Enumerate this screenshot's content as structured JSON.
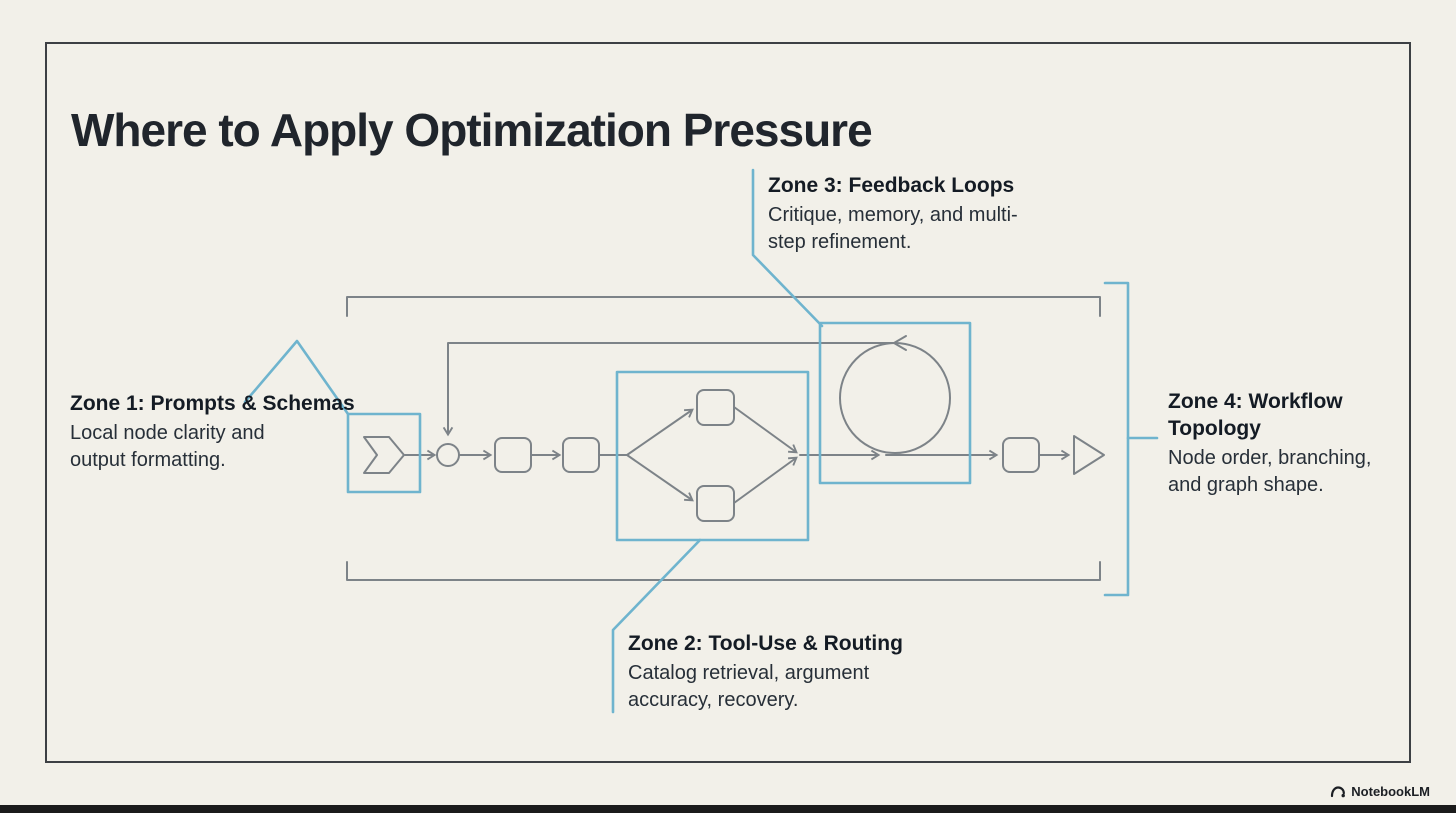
{
  "title": "Where to Apply Optimization Pressure",
  "zones": {
    "zone1": {
      "heading": "Zone 1: Prompts & Schemas",
      "body": "Local node clarity and output formatting."
    },
    "zone2": {
      "heading": "Zone 2: Tool-Use & Routing",
      "body": "Catalog retrieval, argument accuracy, recovery."
    },
    "zone3": {
      "heading": "Zone 3: Feedback Loops",
      "body": "Critique, memory, and multi-step refinement."
    },
    "zone4": {
      "heading": "Zone 4: Workflow Topology",
      "body": "Node order, branching, and graph shape."
    }
  },
  "footer": {
    "brand": "NotebookLM"
  },
  "colors": {
    "background": "#f2f0e9",
    "accent_blue": "#6fb4ce",
    "line_gray": "#7d8388",
    "title_text": "#20252c"
  }
}
